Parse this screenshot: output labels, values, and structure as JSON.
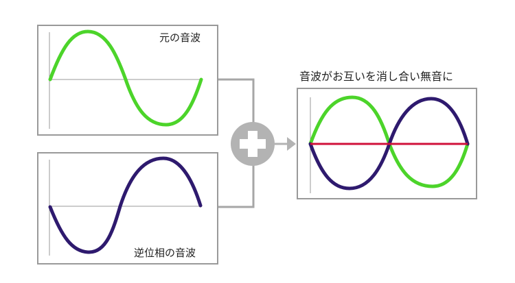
{
  "panels": {
    "original": {
      "label": "元の音波",
      "color": "#4cd42a"
    },
    "inverted": {
      "label": "逆位相の音波",
      "color": "#2e1a6e"
    },
    "result": {
      "label": "音波がお互いを消し合い無音に",
      "line_color": "#d0103a"
    }
  },
  "operator": {
    "icon": "plus-icon",
    "color": "#b3b3b3"
  },
  "frame_color": "#999999"
}
